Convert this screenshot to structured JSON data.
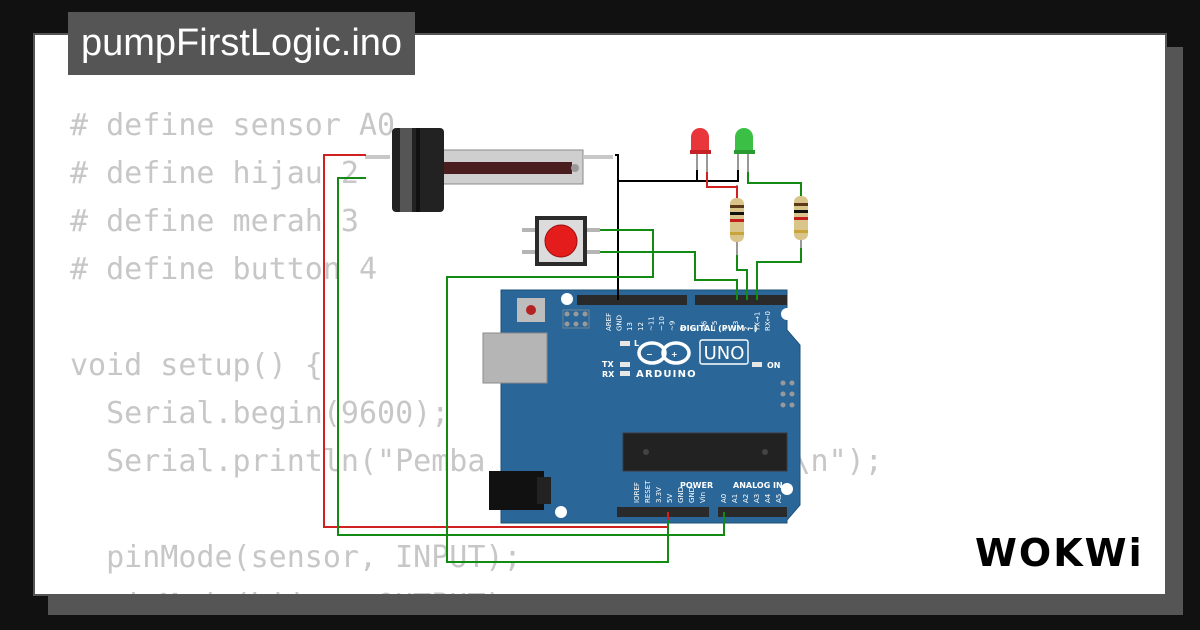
{
  "window": {
    "title": "pumpFirstLogic.ino"
  },
  "editor": {
    "code_lines": [
      "# define sensor A0",
      "# define hijau 2",
      "# define merah 3",
      "# define button 4",
      "",
      "void setup() {",
      "  Serial.begin(9600);",
      "  Serial.println(\"Pemba                 \\n\");",
      "",
      "  pinMode(sensor, INPUT);",
      "  pinMode(hijau, OUTPUT);"
    ]
  },
  "board": {
    "logo_text": "ARDUINO",
    "model": "UNO",
    "digital_header": "DIGITAL (PWM ~)",
    "power_header": "POWER",
    "analog_header": "ANALOG IN",
    "led_l": "L",
    "led_tx": "TX",
    "led_rx": "RX",
    "led_on": "ON",
    "digital_pins": [
      "AREF",
      "GND",
      "13",
      "12",
      "~11",
      "~10",
      "~9",
      "8",
      "7",
      "~6",
      "~5",
      "4",
      "~3",
      "2",
      "TX→1",
      "RX←0"
    ],
    "power_pins": [
      "IOREF",
      "RESET",
      "3.3V",
      "5V",
      "GND",
      "GND",
      "Vin"
    ],
    "analog_pins": [
      "A0",
      "A1",
      "A2",
      "A3",
      "A4",
      "A5"
    ]
  },
  "brand": {
    "name": "WOKWi"
  },
  "colors": {
    "board": "#2a6798",
    "wire_red": "#d12020",
    "wire_green": "#138a13",
    "wire_black": "#000000",
    "led_red": "#e8363a",
    "led_green": "#3cbf45",
    "code_text": "#c7c7c7",
    "tab_bg": "#555555"
  }
}
